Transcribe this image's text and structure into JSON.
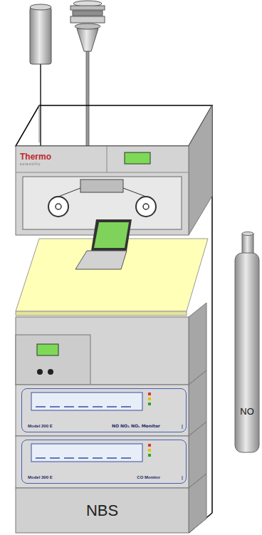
{
  "diagram": {
    "nodes": [
      {
        "text": [
          "Thermo",
          "scientific"
        ]
      },
      {
        "text": [
          "Model 200 E",
          "NO NO₂ NOₓ Monitor"
        ]
      },
      {
        "text": [
          "Model 300 E",
          "CO Monitor"
        ]
      },
      {
        "text": [
          "NBS"
        ]
      },
      {
        "text": [
          "NO"
        ]
      }
    ]
  }
}
